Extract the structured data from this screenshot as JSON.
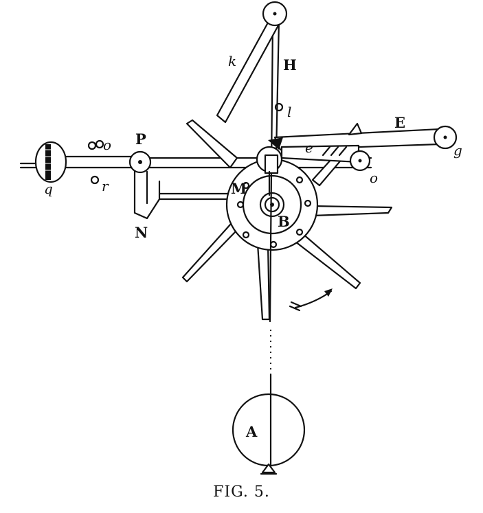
{
  "caption": "FIG. 5.",
  "labels": {
    "H": "H",
    "k": "k",
    "l": "l",
    "E": "E",
    "g": "g",
    "P": "P",
    "o_left": "o",
    "r": "r",
    "q": "q",
    "N": "N",
    "M": "M",
    "B": "B",
    "e": "e",
    "o_right": "o",
    "A": "A"
  },
  "colors": {
    "ink": "#111111",
    "paper": "#ffffff"
  }
}
